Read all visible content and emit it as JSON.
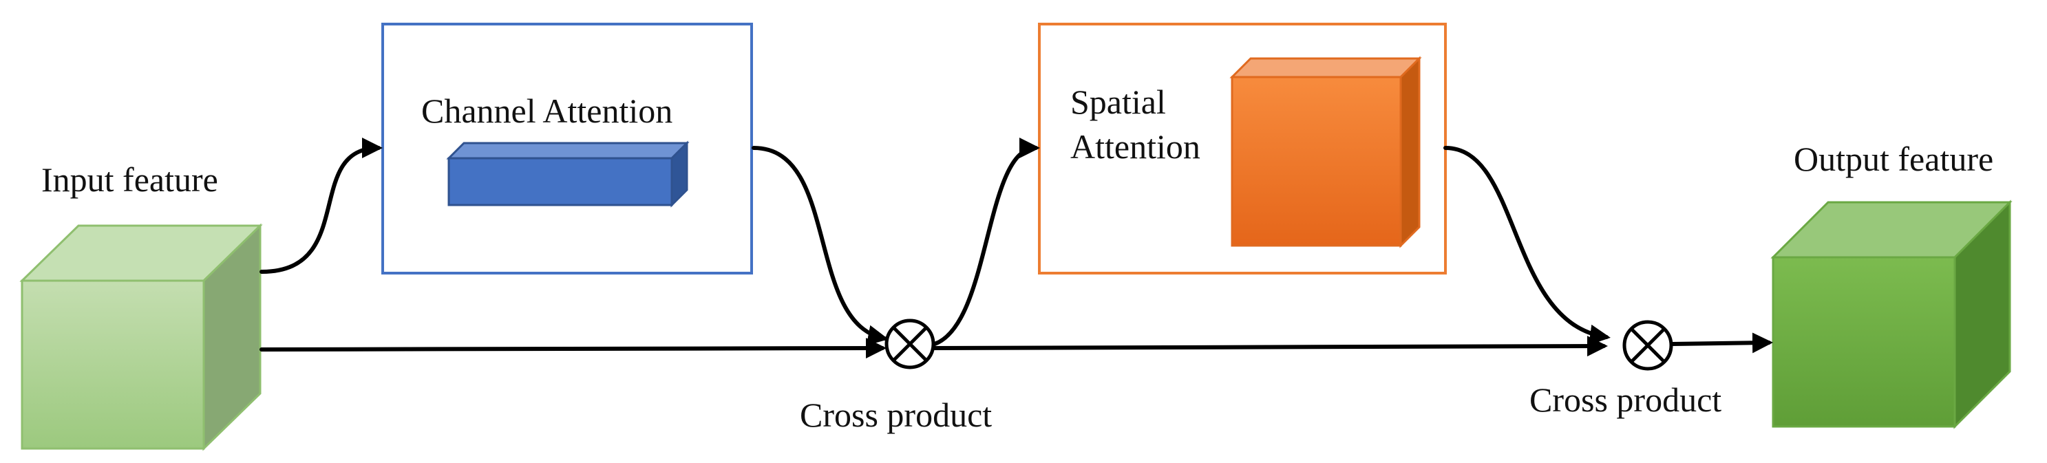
{
  "labels": {
    "input_feature": "Input feature",
    "channel_attention": "Channel Attention",
    "spatial_attention_line1": "Spatial",
    "spatial_attention_line2": "Attention",
    "cross_product_1": "Cross product",
    "cross_product_2": "Cross product",
    "output_feature": "Output feature"
  },
  "colors": {
    "input_cube": "#a8d08d",
    "channel_box_border": "#4472c4",
    "channel_bar": "#4472c4",
    "spatial_box_border": "#ed7d31",
    "spatial_cube": "#f47c2a",
    "output_cube": "#70ad47",
    "arrows": "#000000"
  },
  "icons": {
    "operator": "circled-times-icon"
  }
}
